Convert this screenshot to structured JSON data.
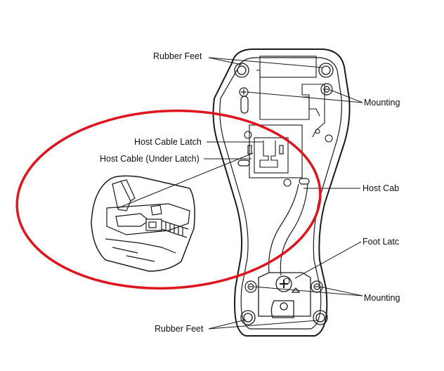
{
  "labels": {
    "rubber_feet_top": "Rubber Feet",
    "mounting_top": "Mounting",
    "host_cable_latch": "Host Cable Latch",
    "host_cable_under_latch": "Host Cable (Under Latch)",
    "host_cable": "Host Cab",
    "foot_latch": "Foot Latc",
    "mounting_bottom": "Mounting",
    "rubber_feet_bottom": "Rubber Feet"
  },
  "colors": {
    "line": "#1a1a1a",
    "highlight_ellipse": "#e0141e",
    "background": "#ffffff"
  },
  "icons": [
    "screw-icon",
    "rubber-foot-icon",
    "cable-connector-icon"
  ]
}
